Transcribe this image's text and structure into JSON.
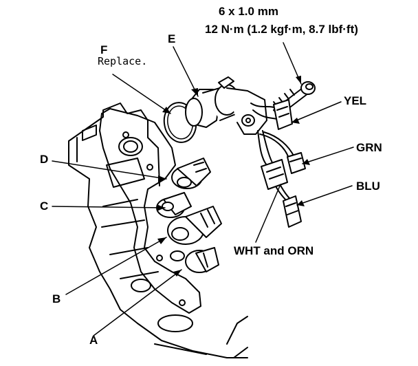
{
  "spec": {
    "line1": "6 x 1.0 mm",
    "line2": "12 N·m (1.2 kgf·m, 8.7 lbf·ft)"
  },
  "labels": {
    "e": "E",
    "f": "F",
    "f_note": "Replace.",
    "d": "D",
    "c": "C",
    "b": "B",
    "a": "A",
    "yel": "YEL",
    "grn": "GRN",
    "blu": "BLU",
    "wht_orn": "WHT and ORN"
  }
}
